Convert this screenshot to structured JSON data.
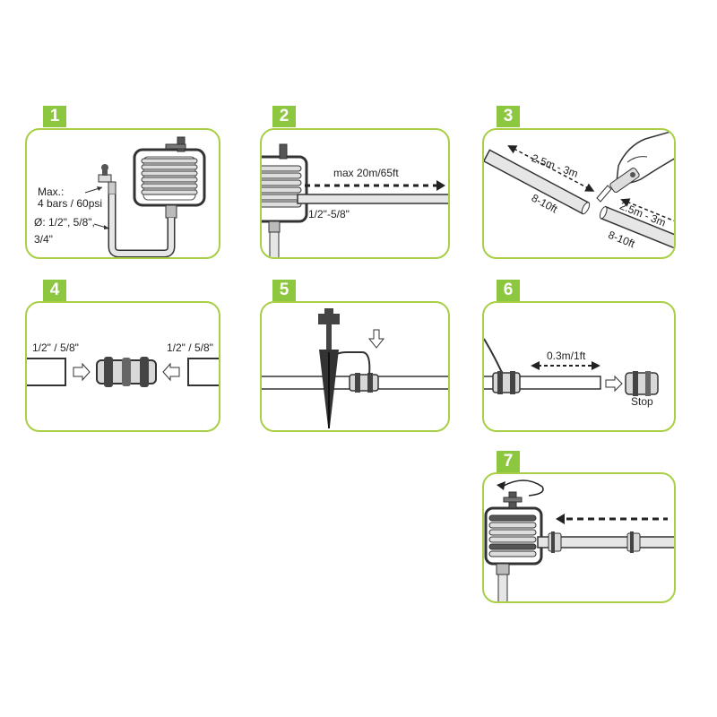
{
  "colors": {
    "accent": "#8dc63f",
    "border": "#a8cf45",
    "ink": "#222222",
    "hose_fill": "#e6e6e6",
    "reel_dark": "#3a3a3a"
  },
  "steps": [
    {
      "number": "1",
      "labels": {
        "max": "Max.:",
        "pressure": "4 bars / 60psi",
        "diameter": "Ø: 1/2\", 5/8\",",
        "diameter2": "3/4\""
      }
    },
    {
      "number": "2",
      "labels": {
        "length": "max 20m/65ft",
        "size": "1/2\"-5/8\""
      }
    },
    {
      "number": "3",
      "labels": {
        "cut_top": "2.5m - 3m",
        "ft_top": "8-10ft",
        "cut_bottom": "2.5m - 3m",
        "ft_bottom": "8-10ft"
      }
    },
    {
      "number": "4",
      "labels": {
        "left": "1/2\" / 5/8\"",
        "right": "1/2\" / 5/8\""
      }
    },
    {
      "number": "5",
      "labels": {}
    },
    {
      "number": "6",
      "labels": {
        "distance": "0.3m/1ft",
        "stop": "Stop"
      }
    },
    {
      "number": "7",
      "labels": {}
    }
  ]
}
